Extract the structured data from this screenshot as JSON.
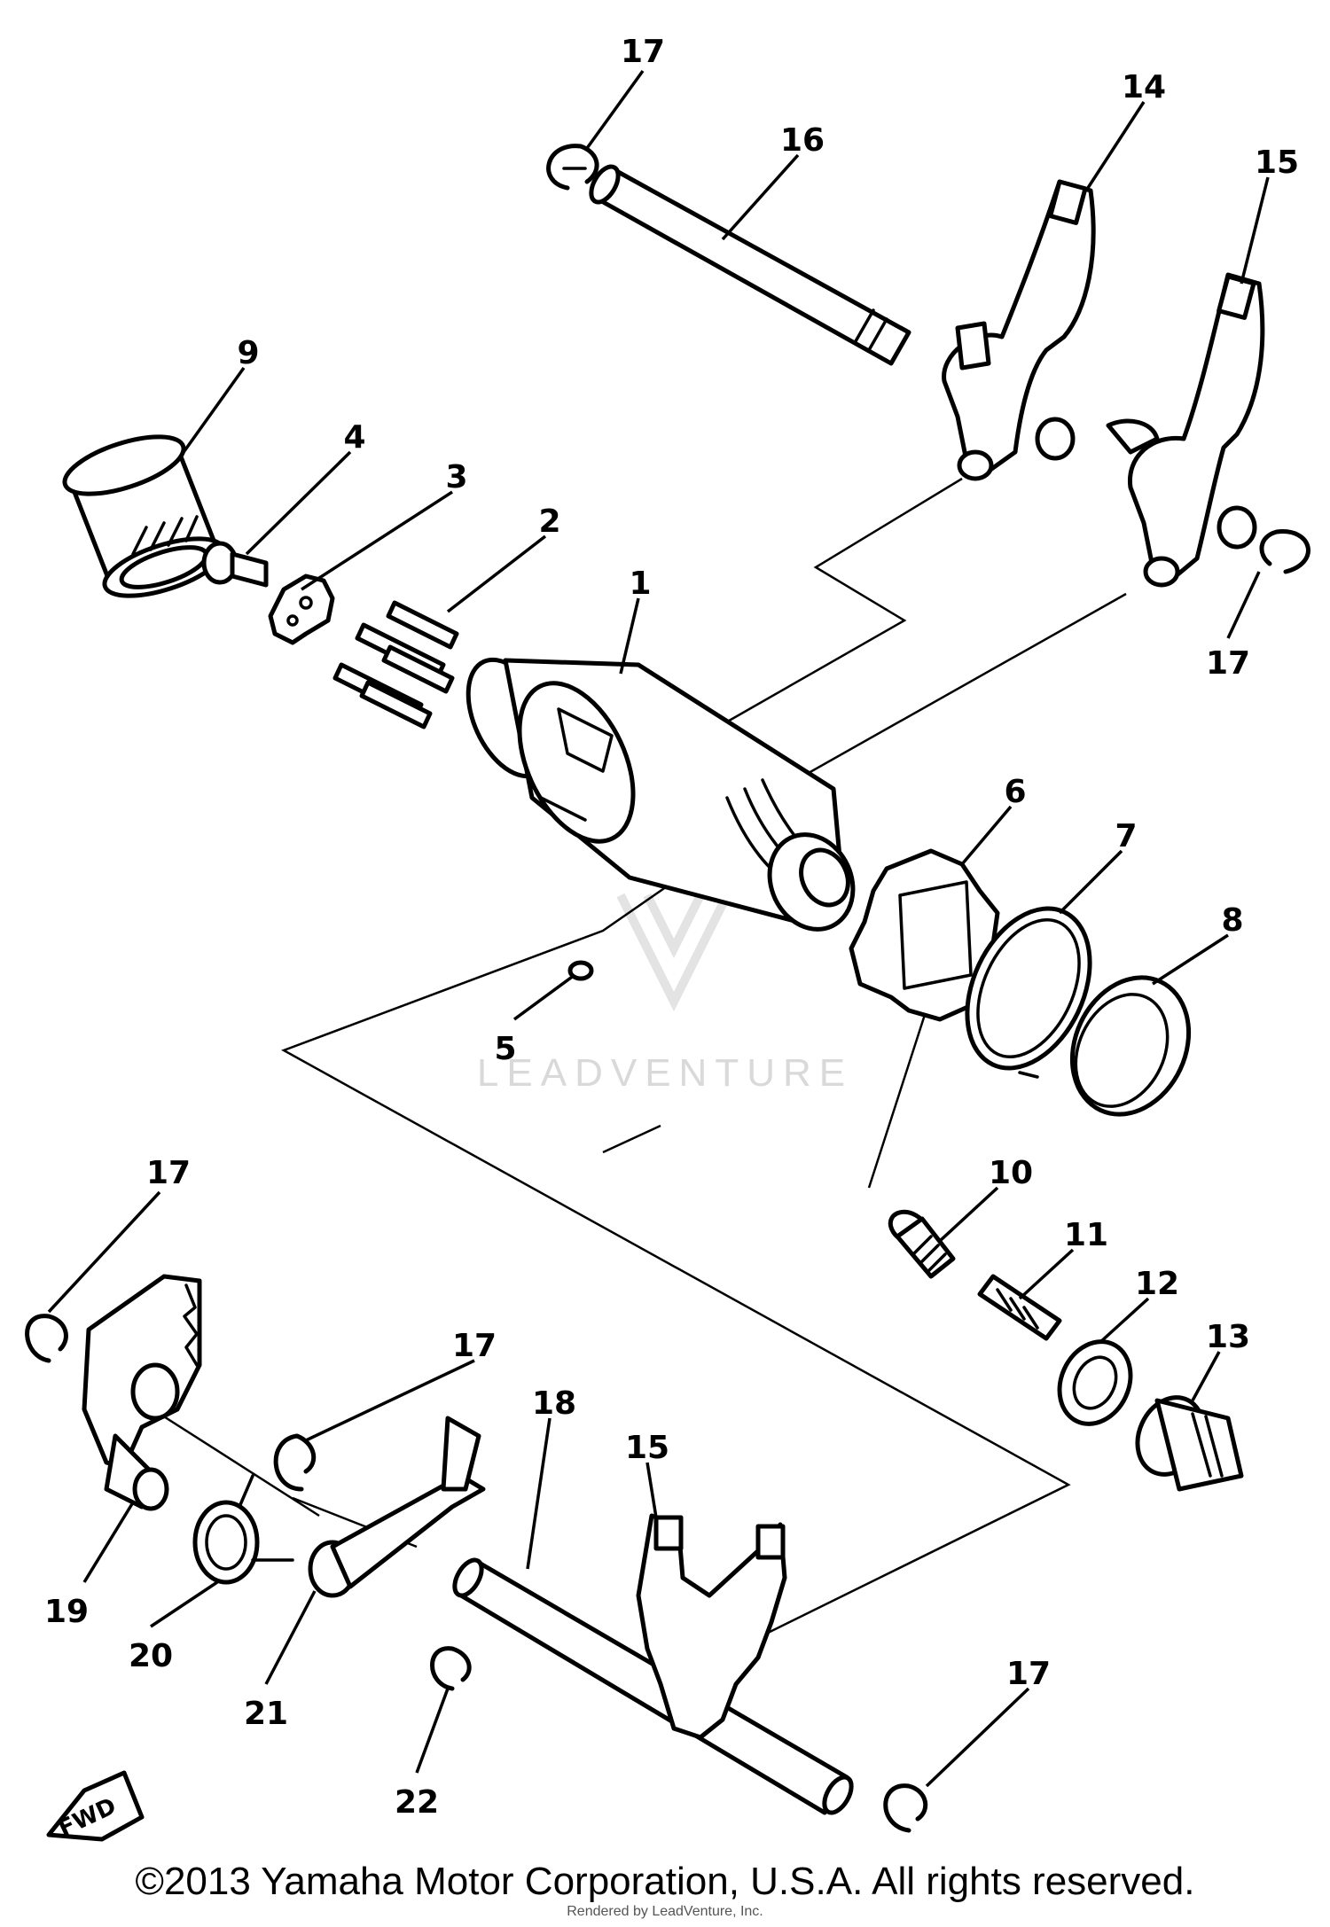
{
  "diagram": {
    "callouts": [
      {
        "id": "c-17a",
        "label": "17"
      },
      {
        "id": "c-16",
        "label": "16"
      },
      {
        "id": "c-14",
        "label": "14"
      },
      {
        "id": "c-15a",
        "label": "15"
      },
      {
        "id": "c-9",
        "label": "9"
      },
      {
        "id": "c-4",
        "label": "4"
      },
      {
        "id": "c-3",
        "label": "3"
      },
      {
        "id": "c-2",
        "label": "2"
      },
      {
        "id": "c-1",
        "label": "1"
      },
      {
        "id": "c-17b",
        "label": "17"
      },
      {
        "id": "c-6",
        "label": "6"
      },
      {
        "id": "c-7",
        "label": "7"
      },
      {
        "id": "c-8",
        "label": "8"
      },
      {
        "id": "c-5",
        "label": "5"
      },
      {
        "id": "c-17c",
        "label": "17"
      },
      {
        "id": "c-10",
        "label": "10"
      },
      {
        "id": "c-11",
        "label": "11"
      },
      {
        "id": "c-12",
        "label": "12"
      },
      {
        "id": "c-13",
        "label": "13"
      },
      {
        "id": "c-17d",
        "label": "17"
      },
      {
        "id": "c-18",
        "label": "18"
      },
      {
        "id": "c-15b",
        "label": "15"
      },
      {
        "id": "c-19",
        "label": "19"
      },
      {
        "id": "c-20",
        "label": "20"
      },
      {
        "id": "c-21",
        "label": "21"
      },
      {
        "id": "c-17e",
        "label": "17"
      },
      {
        "id": "c-22",
        "label": "22"
      }
    ],
    "fwd_label": "FWD",
    "watermark": "LEADVENTURE"
  },
  "footer": {
    "copyright": "©2013 Yamaha Motor Corporation, U.S.A. All rights reserved.",
    "rendered_by": "Rendered by LeadVenture, Inc."
  }
}
